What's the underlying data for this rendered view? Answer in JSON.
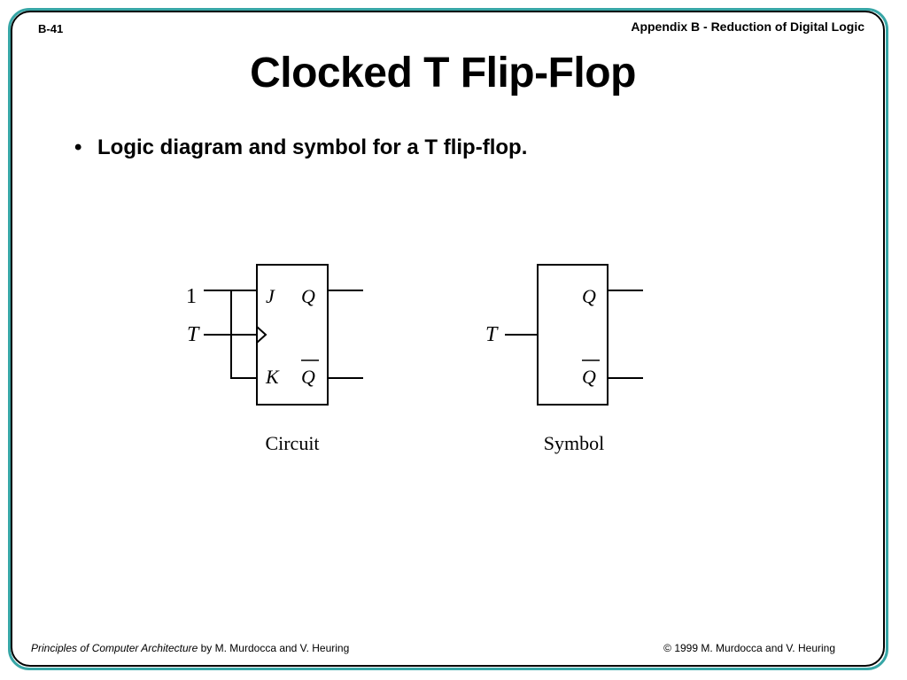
{
  "slide": {
    "number": "B-41",
    "header": "Appendix B - Reduction of Digital Logic",
    "title": "Clocked T Flip-Flop",
    "bullets": [
      "Logic diagram and symbol for a T flip-flop."
    ]
  },
  "circuit": {
    "input_one": "1",
    "input_t": "T",
    "label_j": "J",
    "label_k": "K",
    "label_q": "Q",
    "label_qbar": "Q",
    "caption": "Circuit"
  },
  "symbol": {
    "input_t": "T",
    "label_q": "Q",
    "label_qbar": "Q",
    "caption": "Symbol"
  },
  "footer": {
    "book_title": "Principles of Computer Architecture",
    "authors": " by M. Murdocca and V. Heuring",
    "copyright": "© 1999 M. Murdocca and V. Heuring"
  }
}
